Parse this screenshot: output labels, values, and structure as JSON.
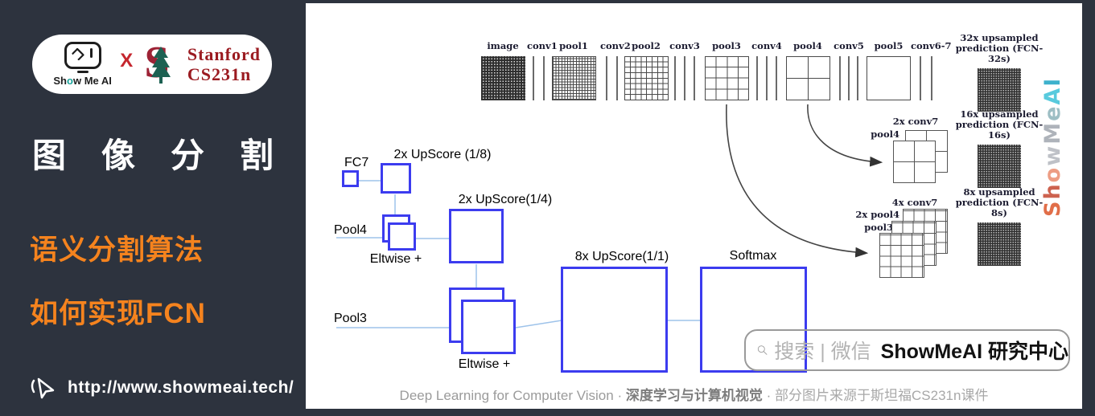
{
  "sidebar": {
    "logo": {
      "show": "Sh",
      "show_o": "o",
      "show_rest": "w Me AI",
      "x": "X",
      "stanford_line1": "Stanford",
      "stanford_line2": "CS231n"
    },
    "title_chars": [
      "图",
      "像",
      "分",
      "割"
    ],
    "subtitle1": "语义分割算法",
    "subtitle2": "如何实现FCN",
    "url": "http://www.showmeai.tech/"
  },
  "diagram": {
    "top_row": [
      "image",
      "conv1",
      "pool1",
      "conv2",
      "pool2",
      "conv3",
      "pool3",
      "conv4",
      "pool4",
      "conv5",
      "pool5",
      "conv6-7"
    ],
    "predictions": [
      {
        "line1": "32x upsampled",
        "line2": "prediction (FCN-32s)"
      },
      {
        "line1": "16x upsampled",
        "line2": "prediction (FCN-16s)"
      },
      {
        "line1": "8x upsampled",
        "line2": "prediction (FCN-8s)"
      }
    ],
    "stack2x": {
      "label": "2x conv7",
      "sub": "pool4"
    },
    "stack4x": {
      "label": "4x conv7",
      "sub1": "2x pool4",
      "sub2": "pool3"
    },
    "flow": {
      "fc7": "FC7",
      "upscore8": "2x UpScore (1/8)",
      "pool4": "Pool4",
      "eltwise1": "Eltwise +",
      "upscore4": "2x UpScore(1/4)",
      "pool3": "Pool3",
      "eltwise2": "Eltwise +",
      "upscore1": "8x UpScore(1/1)",
      "softmax": "Softmax"
    }
  },
  "search": {
    "placeholder": "搜索 | 微信",
    "brand": "ShowMeAI 研究中心"
  },
  "footer": {
    "part1": "Deep Learning for Computer Vision",
    "sep": "·",
    "part2": "深度学习与计算机视觉",
    "part3": "部分图片来源于斯坦福CS231n课件"
  },
  "watermark": {
    "letters": [
      {
        "ch": "S",
        "color": "#de5f36"
      },
      {
        "ch": "h",
        "color": "#c8523d"
      },
      {
        "ch": "o",
        "color": "#ec9377"
      },
      {
        "ch": "w",
        "color": "#b7bbc1"
      },
      {
        "ch": "M",
        "color": "#a6abb3"
      },
      {
        "ch": "e",
        "color": "#93b7be"
      },
      {
        "ch": "A",
        "color": "#46c5da"
      },
      {
        "ch": "I",
        "color": "#29a9c7"
      }
    ]
  },
  "colors": {
    "background": "#2d333e",
    "accent_orange": "#f5831e",
    "stanford_red": "#9b1b21",
    "flow_blue": "#3c3cef",
    "connector_blue": "#9ec3ea"
  }
}
